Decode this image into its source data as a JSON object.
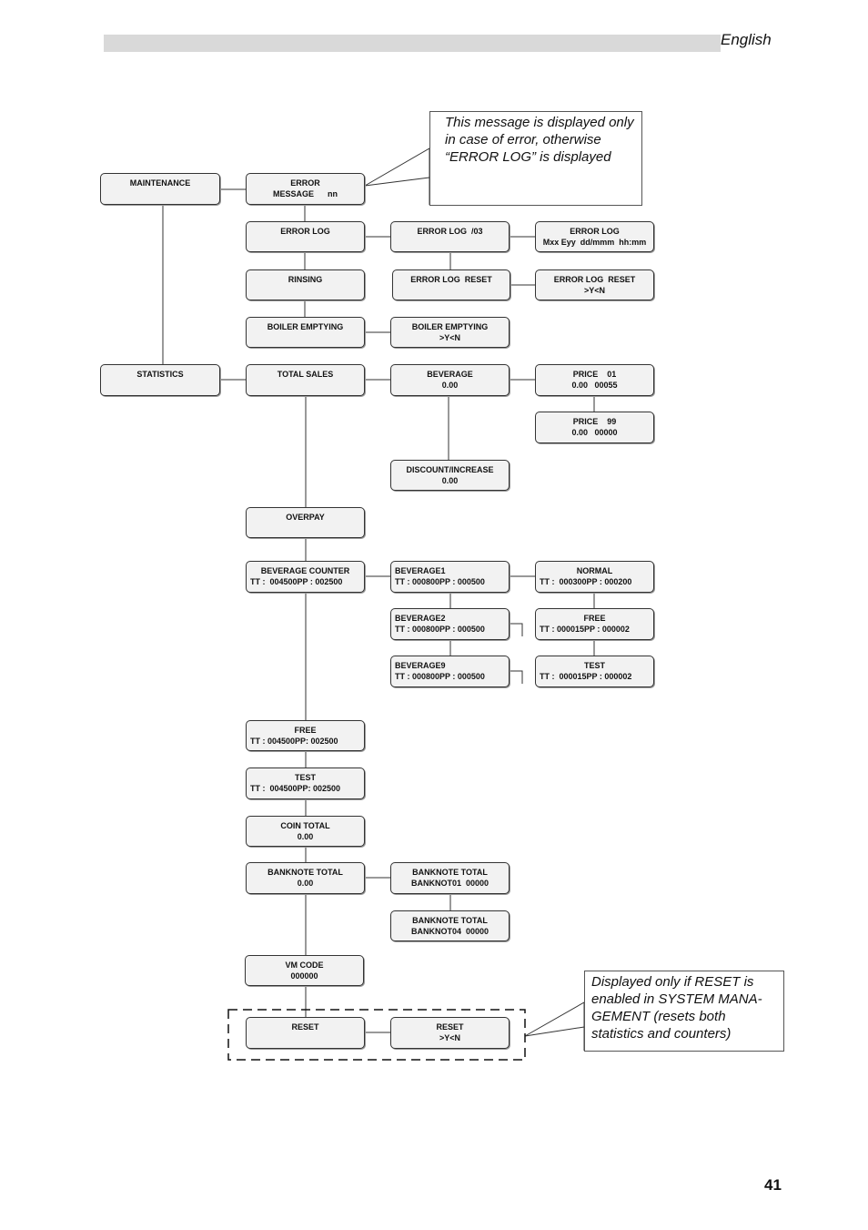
{
  "header": {
    "language": "English"
  },
  "page_number": "41",
  "notes": {
    "error_note": "This message is displayed only in case of error, otherwise “ERROR LOG” is displayed",
    "reset_note": "Displayed only if RESET is enabled in SYSTEM MANA-GEMENT (resets both statistics and counters)"
  },
  "boxes": {
    "maintenance": {
      "l1": "MAINTENANCE"
    },
    "error_message": {
      "l1": "ERROR",
      "l2": "MESSAGE      nn"
    },
    "error_log": {
      "l1": "ERROR LOG"
    },
    "error_log_03": {
      "l1": "ERROR LOG  /03"
    },
    "error_log_detail": {
      "l1": "ERROR LOG",
      "l2": "Mxx Eyy  dd/mmm  hh:mm"
    },
    "rinsing": {
      "l1": "RINSING"
    },
    "error_log_reset": {
      "l1": "ERROR LOG  RESET"
    },
    "error_log_reset_yn": {
      "l1": "ERROR LOG  RESET",
      "l2a": ">Y<",
      "l2b": "N"
    },
    "boiler_emptying": {
      "l1": "BOILER EMPTYING"
    },
    "boiler_emptying_yn": {
      "l1": "BOILER EMPTYING",
      "l2a": ">Y<",
      "l2b": "N"
    },
    "statistics": {
      "l1": "STATISTICS"
    },
    "total_sales": {
      "l1": "TOTAL SALES"
    },
    "beverage_sales": {
      "l1": "BEVERAGE",
      "l2": "0.00"
    },
    "price_01": {
      "l1": "PRICE    01",
      "l2": "0.00   00055"
    },
    "price_99": {
      "l1": "PRICE    99",
      "l2": "0.00   00000"
    },
    "discount": {
      "l1": "DISCOUNT/INCREASE",
      "l2": "0.00"
    },
    "overpay": {
      "l1": "OVERPAY"
    },
    "beverage_counter": {
      "l1": "BEVERAGE COUNTER",
      "l2a": "TT :  004500",
      "l2b": "PP : 002500"
    },
    "beverage_1": {
      "l1a": "BEVERAGE",
      "l1b": "1",
      "l2a": "TT : 000800",
      "l2b": "PP : 000500"
    },
    "beverage_2": {
      "l1a": "BEVERAGE",
      "l1b": "2",
      "l2a": "TT : 000800",
      "l2b": "PP : 000500"
    },
    "beverage_9": {
      "l1a": "BEVERAGE",
      "l1b": "9",
      "l2a": "TT : 000800",
      "l2b": "PP : 000500"
    },
    "normal": {
      "l1": "NORMAL",
      "l2a": "TT :  000300",
      "l2b": "PP : 000200"
    },
    "free_sub": {
      "l1": "FREE",
      "l2a": "TT : 000015",
      "l2b": "PP : 000002"
    },
    "test_sub": {
      "l1": "TEST",
      "l2a": "TT :  000015",
      "l2b": "PP : 000002"
    },
    "free": {
      "l1": "FREE",
      "l2a": "TT : 004500",
      "l2b": "PP: 002500"
    },
    "test": {
      "l1": "TEST",
      "l2a": "TT :  004500",
      "l2b": "PP: 002500"
    },
    "coin_total": {
      "l1": "COIN TOTAL",
      "l2": "0.00"
    },
    "banknote_total": {
      "l1": "BANKNOTE TOTAL",
      "l2": "0.00"
    },
    "banknote_01": {
      "l1": "BANKNOTE TOTAL",
      "l2": "BANKNOT01  00000"
    },
    "banknote_04": {
      "l1": "BANKNOTE TOTAL",
      "l2": "BANKNOT04  00000"
    },
    "vm_code": {
      "l1": "VM CODE",
      "l2": "000000"
    },
    "reset": {
      "l1": "RESET"
    },
    "reset_yn": {
      "l1": "RESET",
      "l2a": ">Y<",
      "l2b": "N"
    }
  }
}
